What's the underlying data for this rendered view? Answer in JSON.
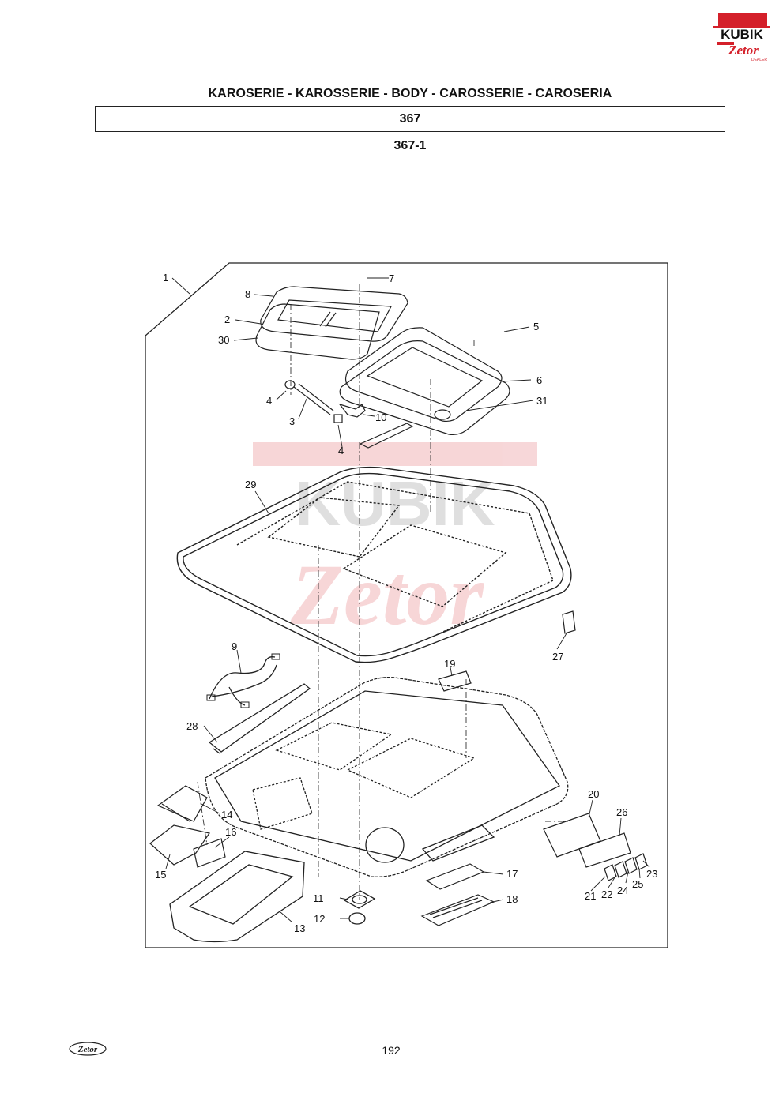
{
  "brand": {
    "logo_text": "KUBIK",
    "logo_sub": "Zetor",
    "logo_caption": "DEALER",
    "watermark_text": "KUBIK",
    "watermark_sub": "Zetor",
    "footer_logo_text": "Zetor",
    "red": "#d4202a"
  },
  "header": {
    "title": "KAROSERIE - KAROSSERIE - BODY - CAROSSERIE - CAROSERIA",
    "section_number": "367",
    "figure_number": "367-1"
  },
  "diagram": {
    "description_icons": [
      "exploded-view",
      "roof-assembly"
    ],
    "labels": [
      "1",
      "2",
      "3",
      "4",
      "4",
      "5",
      "6",
      "7",
      "8",
      "9",
      "10",
      "11",
      "12",
      "13",
      "14",
      "15",
      "16",
      "17",
      "18",
      "19",
      "20",
      "21",
      "22",
      "23",
      "24",
      "25",
      "26",
      "27",
      "28",
      "29",
      "30",
      "31"
    ]
  },
  "footer": {
    "page_number": "192"
  }
}
